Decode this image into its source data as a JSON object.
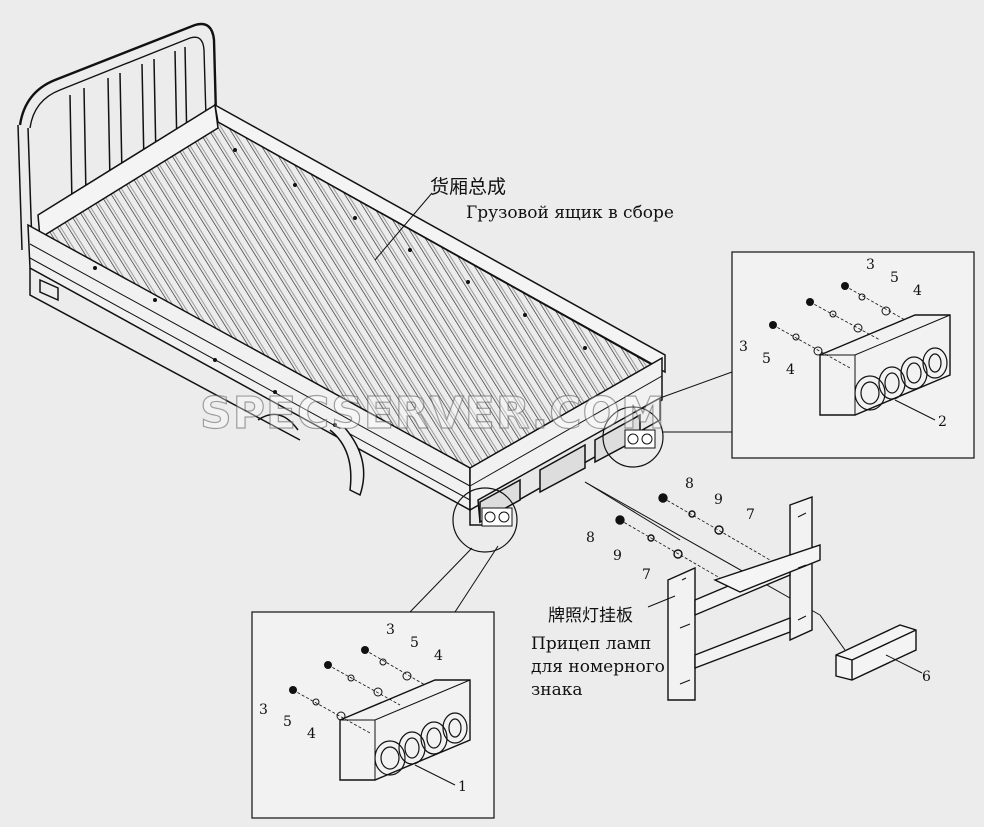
{
  "labels": {
    "cargo_box_cn": "货厢总成",
    "cargo_box_ru": "Грузовой ящик в сборе",
    "plate_bracket_cn": "牌照灯挂板",
    "plate_lamp_ru_1": "Прицеп ламп",
    "plate_lamp_ru_2": "для номерного",
    "plate_lamp_ru_3": "знака"
  },
  "callouts": {
    "top": {
      "n3a": "3",
      "n5a": "5",
      "n4a": "4",
      "n3b": "3",
      "n5b": "5",
      "n4b": "4",
      "n2": "2"
    },
    "bottom": {
      "n3a": "3",
      "n5a": "5",
      "n4a": "4",
      "n3b": "3",
      "n5b": "5",
      "n4b": "4",
      "n1": "1"
    },
    "bracket": {
      "n8a": "8",
      "n9a": "9",
      "n7a": "7",
      "n8b": "8",
      "n9b": "9",
      "n7b": "7",
      "n6": "6"
    }
  },
  "watermark": "SPECSERVER.COM"
}
